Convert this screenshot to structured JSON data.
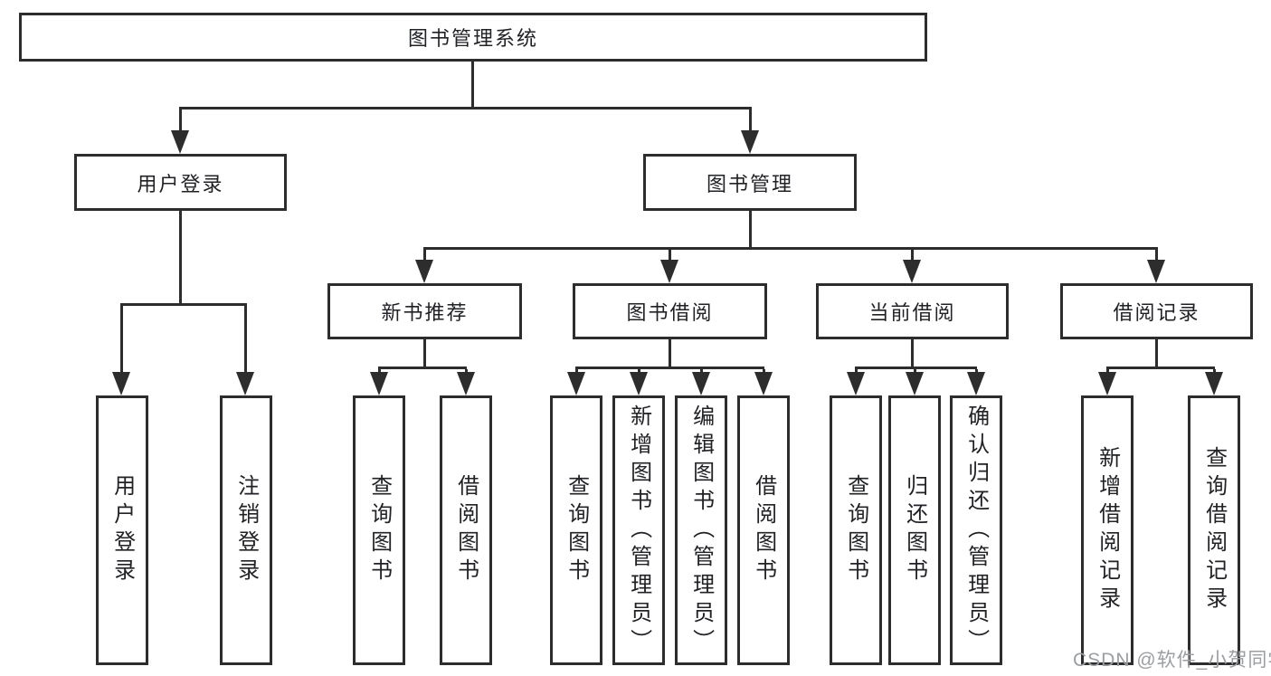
{
  "colors": {
    "line": "#2d2d2d",
    "text": "#212226",
    "background": "#ffffff",
    "watermark": "#9b9ea2"
  },
  "watermark": {
    "text": "CSDN @软件_小贺同学"
  },
  "tree": {
    "label": "图书管理系统",
    "children": [
      {
        "label": "用户登录",
        "children": [
          {
            "label": "用户登录"
          },
          {
            "label": "注销登录"
          }
        ]
      },
      {
        "label": "图书管理",
        "children": [
          {
            "label": "新书推荐",
            "children": [
              {
                "label": "查询图书"
              },
              {
                "label": "借阅图书"
              }
            ]
          },
          {
            "label": "图书借阅",
            "children": [
              {
                "label": "查询图书"
              },
              {
                "label": "新增图书（管理员）"
              },
              {
                "label": "编辑图书（管理员）"
              },
              {
                "label": "借阅图书"
              }
            ]
          },
          {
            "label": "当前借阅",
            "children": [
              {
                "label": "查询图书"
              },
              {
                "label": "归还图书"
              },
              {
                "label": "确认归还（管理员）"
              }
            ]
          },
          {
            "label": "借阅记录",
            "children": [
              {
                "label": "新增借阅记录"
              },
              {
                "label": "查询借阅记录"
              }
            ]
          }
        ]
      }
    ]
  }
}
